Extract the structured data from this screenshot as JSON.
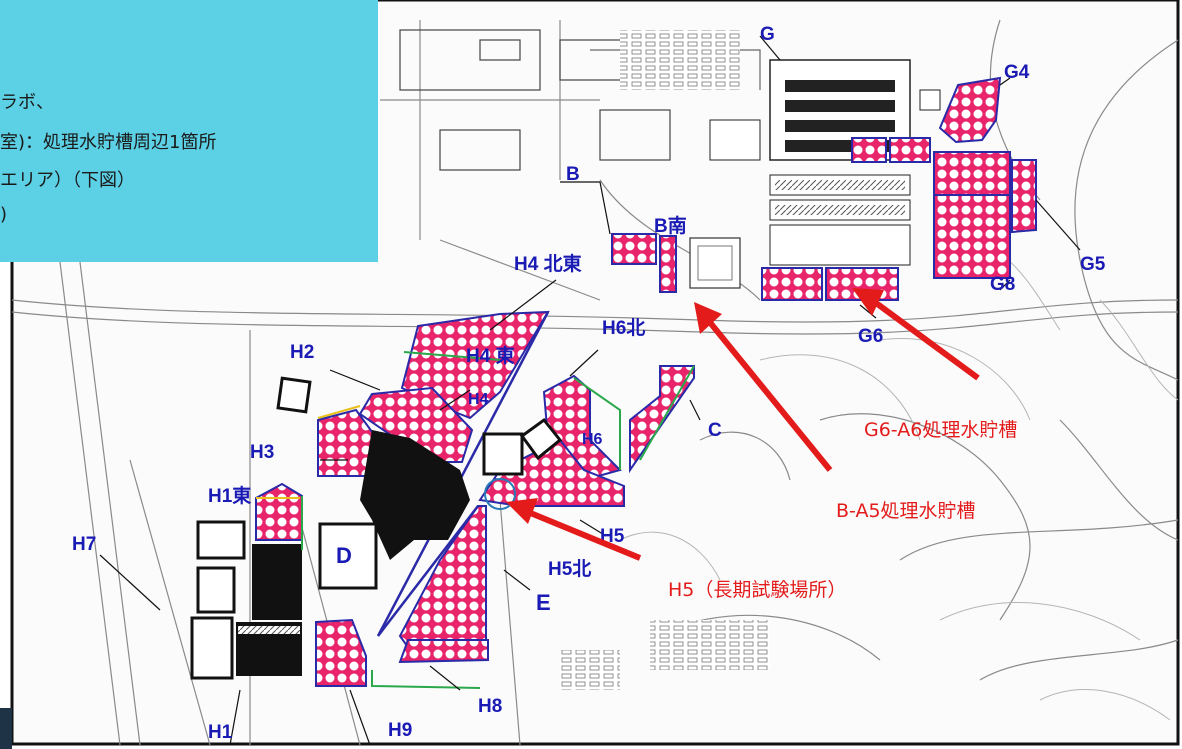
{
  "callout": {
    "lines": [
      "ラボ、",
      "室)：処理水貯槽周辺1箇所",
      "エリア）（下図）",
      ")"
    ]
  },
  "areas": {
    "G": "G",
    "G4": "G4",
    "G5": "G5",
    "G8": "G8",
    "G6": "G6",
    "B": "B",
    "B_south": "B南",
    "H4_northeast": "H4 北東",
    "H4_east": "H4 東",
    "H4": "H4",
    "H6_north": "H6北",
    "H6": "H6",
    "C": "C",
    "H2": "H2",
    "H3": "H3",
    "H1_east": "H1東",
    "H7": "H7",
    "D": "D",
    "E": "E",
    "H5": "H5",
    "H5_north": "H5北",
    "H1": "H1",
    "H9": "H9",
    "H8": "H8"
  },
  "annotations": {
    "g6_a6": "G6-A6処理水貯槽",
    "b_a5": "B-A5処理水貯槽",
    "h5_long": "H5（長期試験場所）"
  },
  "colors": {
    "tank_fill": "#e8246a",
    "boundary": "#2a2aa8",
    "annotation": "#e41b1b",
    "callout_bg": "#5cd0e4",
    "area_label": "#1a1ab4"
  }
}
